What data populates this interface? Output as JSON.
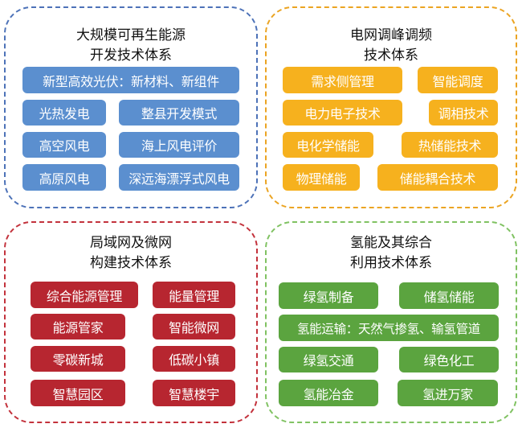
{
  "panels": [
    {
      "title1": "大规模可再生能源",
      "title2": "开发技术体系",
      "color": "#5b8fcf",
      "items": [
        "新型高效光伏：新材料、新组件",
        "光热发电",
        "整县开发模式",
        "高空风电",
        "海上风电评价",
        "高原风电",
        "深远海漂浮式风电"
      ]
    },
    {
      "title1": "电网调峰调频",
      "title2": "技术体系",
      "color": "#f6b11e",
      "items": [
        "需求侧管理",
        "智能调度",
        "电力电子技术",
        "调相技术",
        "电化学储能",
        "热储能技术",
        "物理储能",
        "储能耦合技术"
      ]
    },
    {
      "title1": "局域网及微网",
      "title2": "构建技术体系",
      "color": "#b72630",
      "items": [
        "综合能源管理",
        "能量管理",
        "能源管家",
        "智能微网",
        "零碳新城",
        "低碳小镇",
        "智慧园区",
        "智慧楼宇"
      ]
    },
    {
      "title1": "氢能及其综合",
      "title2": "利用技术体系",
      "color": "#5ba43f",
      "items": [
        "绿氢制备",
        "储氢储能",
        "氢能运输：天然气掺氢、输氢管道",
        "绿氢交通",
        "绿色化工",
        "氢能冶金",
        "氢进万家"
      ]
    }
  ]
}
